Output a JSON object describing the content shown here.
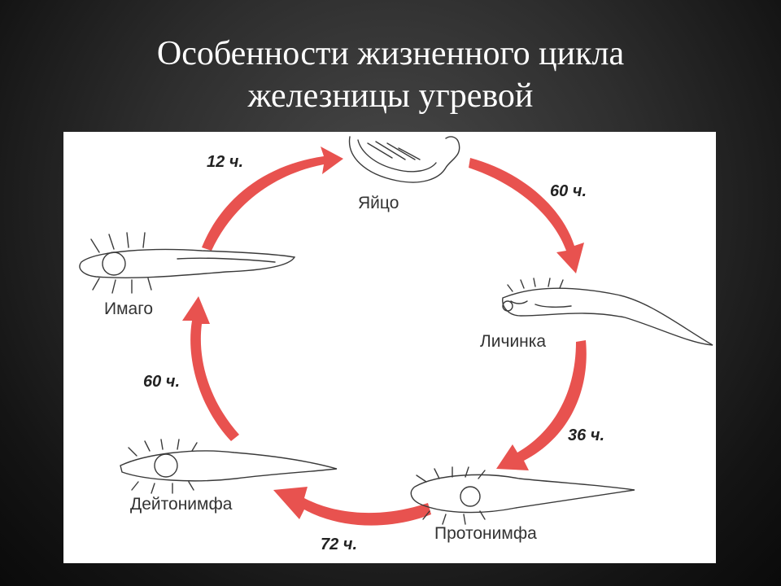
{
  "title": {
    "line1": "Особенности жизненного цикла",
    "line2": "железницы угревой"
  },
  "colors": {
    "arrow": "#e8524f",
    "sketch": "#3a3a3a",
    "background": "#2e2e2e"
  },
  "stages": {
    "egg": "Яйцо",
    "larva": "Личинка",
    "protonymph": "Протонимфа",
    "deutonymph": "Дейтонимфа",
    "imago": "Имаго"
  },
  "durations": {
    "imago_to_egg": "12 ч.",
    "egg_to_larva": "60 ч.",
    "larva_to_protonymph": "36 ч.",
    "protonymph_to_deutonymph": "72 ч.",
    "deutonymph_to_imago": "60 ч."
  }
}
